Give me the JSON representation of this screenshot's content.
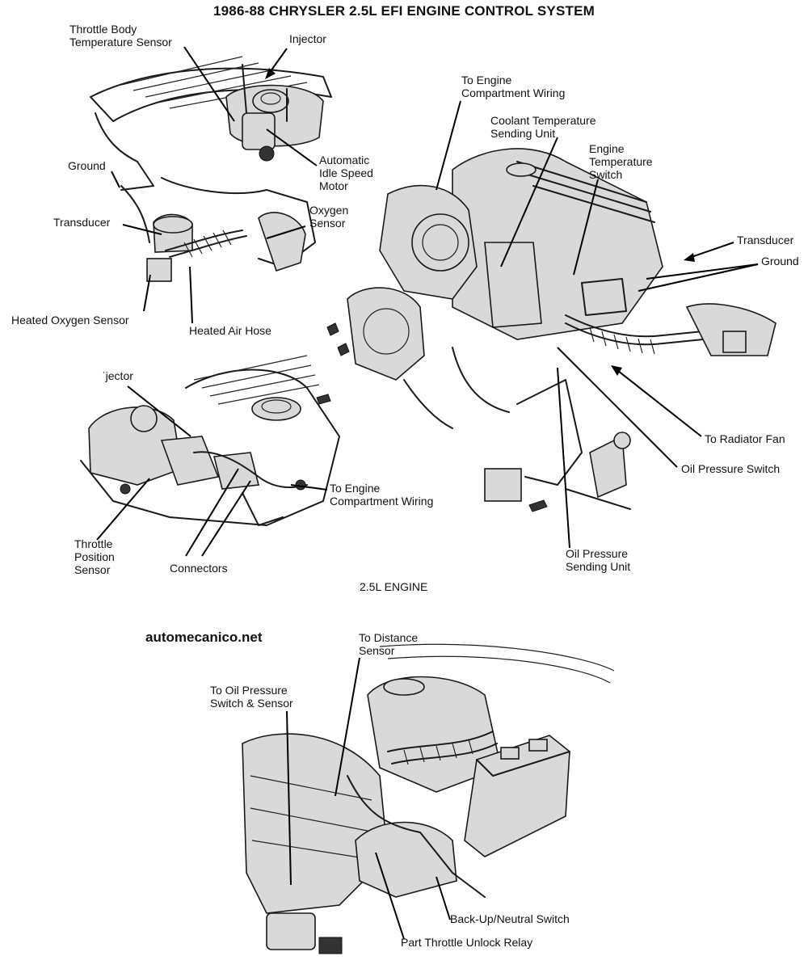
{
  "title": "1986-88 CHRYSLER 2.5L EFI ENGINE CONTROL SYSTEM",
  "watermark": "automecanico.net",
  "caption": "2.5L ENGINE",
  "labels": {
    "tb_temp_sensor": "Throttle Body\nTemperature Sensor",
    "injector_top": "Injector",
    "ground_left": "Ground",
    "auto_idle": "Automatic\nIdle Speed\nMotor",
    "transducer_left": "Transducer",
    "oxygen_sensor": "Oxygen\nSensor",
    "heated_o2": "Heated Oxygen Sensor",
    "heated_air_hose": "Heated Air Hose",
    "to_engine_wiring_top": "To Engine\nCompartment Wiring",
    "coolant_sending": "Coolant Temperature\nSending Unit",
    "engine_temp_switch": "Engine\nTemperature\nSwitch",
    "transducer_right": "Transducer",
    "ground_right": "Ground",
    "injector_mid": "ˈjector",
    "to_engine_wiring_mid": "To Engine\nCompartment Wiring",
    "to_radiator_fan": "To Radiator Fan",
    "oil_pressure_switch": "Oil Pressure Switch",
    "tps": "Throttle\nPosition\nSensor",
    "connectors": "Connectors",
    "oil_pressure_sending": "Oil Pressure\nSending Unit",
    "to_distance_sensor": "To Distance\nSensor",
    "to_oil_pressure_switch_sensor": "To Oil Pressure\nSwitch & Sensor",
    "backup_neutral": "Back-Up/Neutral Switch",
    "ptu_relay": "Part Throttle Unlock Relay"
  }
}
